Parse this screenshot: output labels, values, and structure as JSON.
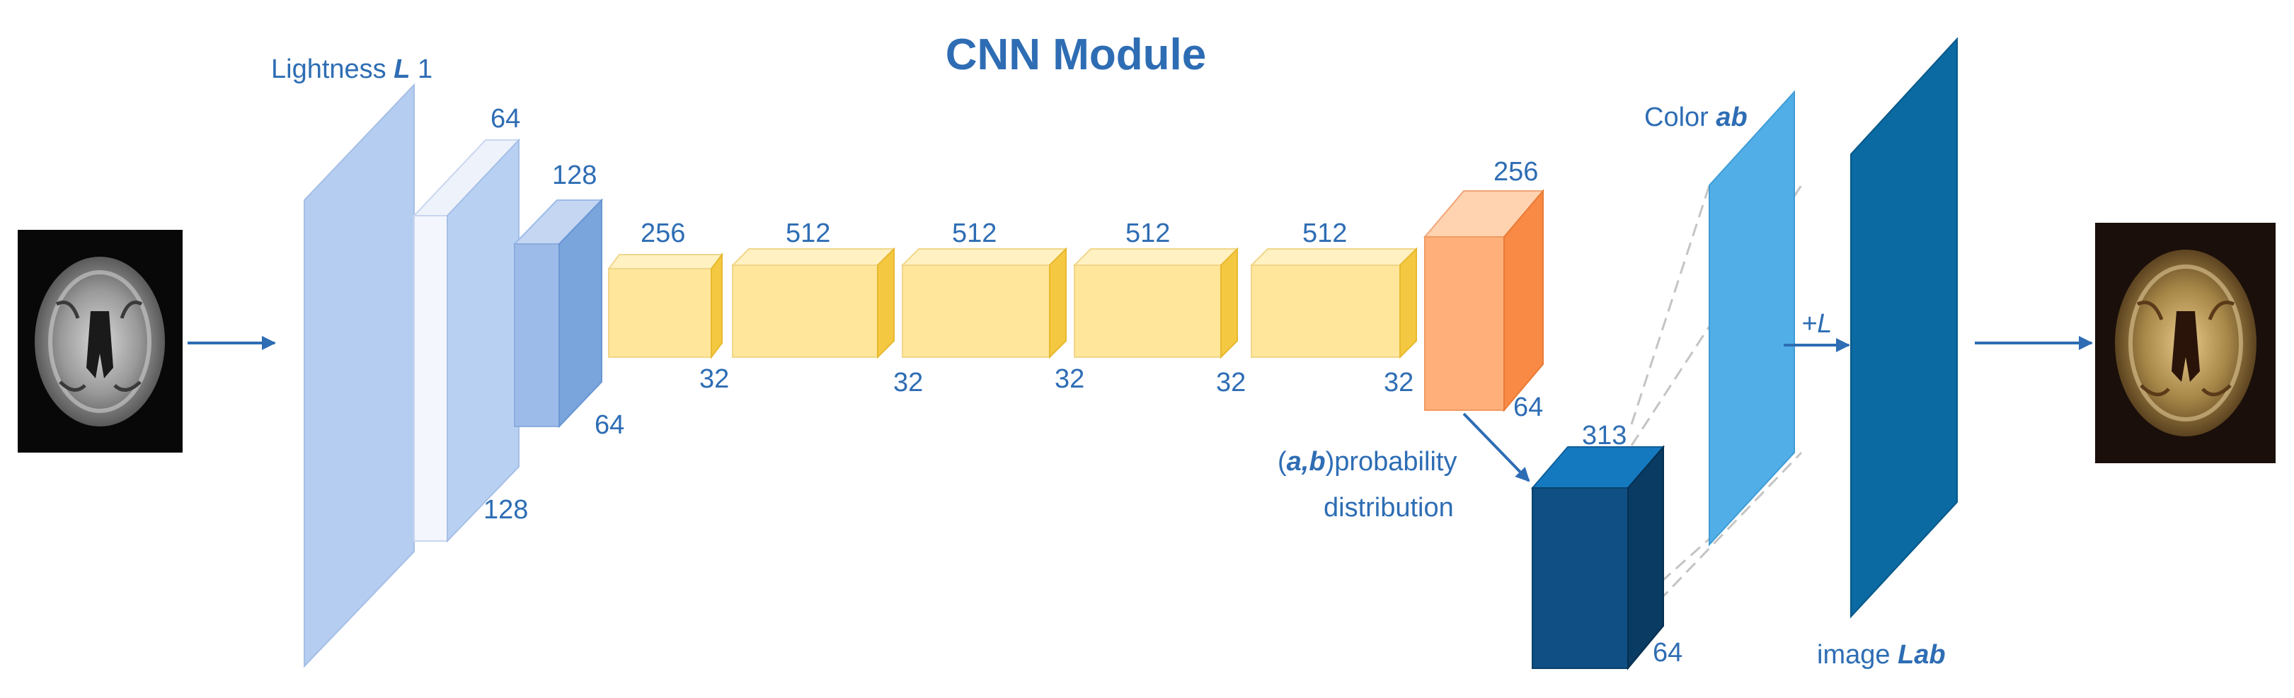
{
  "title": "CNN Module",
  "input_label": {
    "prefix": "Lightness ",
    "var": "L",
    "suffix": " 1"
  },
  "color_label": {
    "prefix": "Color ",
    "var": "ab"
  },
  "image_label": {
    "prefix": "image ",
    "var": "Lab"
  },
  "prob_label": {
    "open": "(",
    "a": "a",
    "comma": ",",
    "b": "b",
    "close": ")probability",
    "line2": "distribution"
  },
  "plus_l": "+L",
  "dims": {
    "conv1_depth": "64",
    "conv1_size": "128",
    "conv2_depth": "128",
    "conv2_size": "64",
    "conv3_depth": "256",
    "conv3_size": "32",
    "conv4_depth": "512",
    "conv4_size": "32",
    "conv5_depth": "512",
    "conv5_size": "32",
    "conv6_depth": "512",
    "conv6_size": "32",
    "conv7_depth": "512",
    "conv7_size": "32",
    "conv8_depth": "256",
    "conv8_size": "64",
    "prob_depth": "313",
    "prob_size": "64"
  },
  "colors": {
    "text": "#2e6db4",
    "arrow": "#2e6db4",
    "input_plane": "#b4cdf0",
    "encoder_blue": "#a9c3ec",
    "conv2_front": "#9dbbe9",
    "conv2_side": "#7aa4dc",
    "yellow_front": "#ffe69a",
    "yellow_side": "#f5c842",
    "orange_front": "#ffb07a",
    "orange_side": "#f88a45",
    "prob_front": "#0f4f83",
    "prob_side": "#093b63",
    "prob_top": "#1579c0",
    "ab_plane": "#52aee6",
    "lab_plane": "#0a6aa1"
  }
}
